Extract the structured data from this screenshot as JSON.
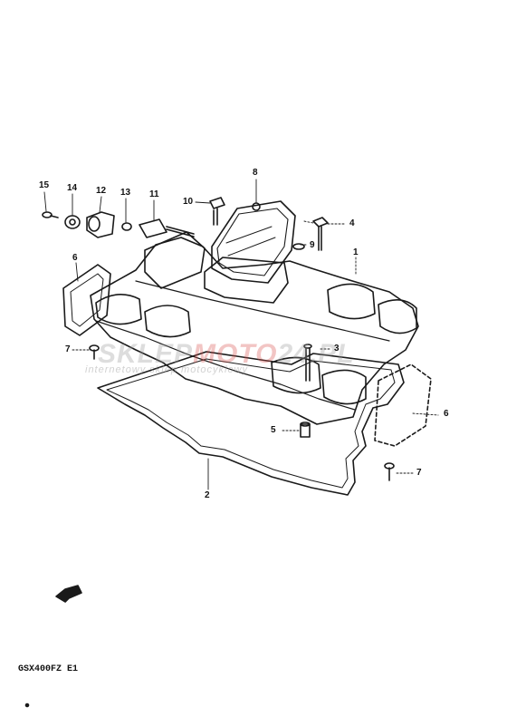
{
  "callouts": {
    "c1": "1",
    "c2": "2",
    "c3": "3",
    "c4": "4",
    "c5": "5",
    "c6_left": "6",
    "c6_right": "6",
    "c7_left": "7",
    "c7_right": "7",
    "c8": "8",
    "c9": "9",
    "c10": "10",
    "c11": "11",
    "c12": "12",
    "c13": "13",
    "c14": "14",
    "c15": "15"
  },
  "watermark": {
    "brand_part1": "SKLEP",
    "brand_part2": "MOTO",
    "brand_part3": "24.PL",
    "tagline": "internetowy sklep motocyklowy",
    "color_grey": "#9a9a9a",
    "color_red": "#d9534f"
  },
  "model_code": "GSX400FZ E1",
  "line_color": "#1a1a1a",
  "icons": {
    "front_arrow": "front-direction-arrow-icon"
  }
}
